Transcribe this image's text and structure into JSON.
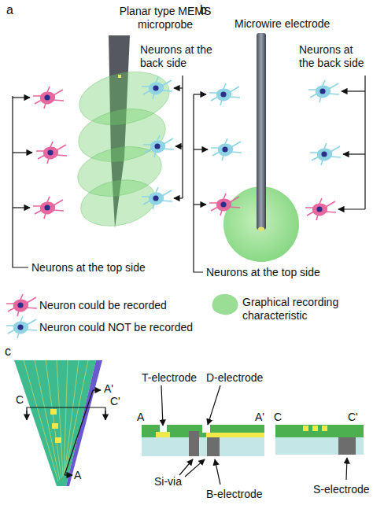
{
  "diagram": {
    "labels": [
      "a",
      "Planar type MEMS microprobe",
      "Neurons at the back side",
      "Neurons at the top side",
      "b",
      "Microwire electrode",
      "Neurons at the back side",
      "Neurons at the top side",
      "c",
      "C",
      "A'",
      "C'",
      "A",
      "T-electrode",
      "D-electrode",
      "A",
      "A'",
      "Si-via",
      "B-electrode",
      "C",
      "C'",
      "S-electrode"
    ],
    "legend": [
      {
        "text": "Neuron could be recorded"
      },
      {
        "text": "Neuron could NOT be recorded"
      },
      {
        "text": "Graphical recording characteristic"
      }
    ]
  }
}
